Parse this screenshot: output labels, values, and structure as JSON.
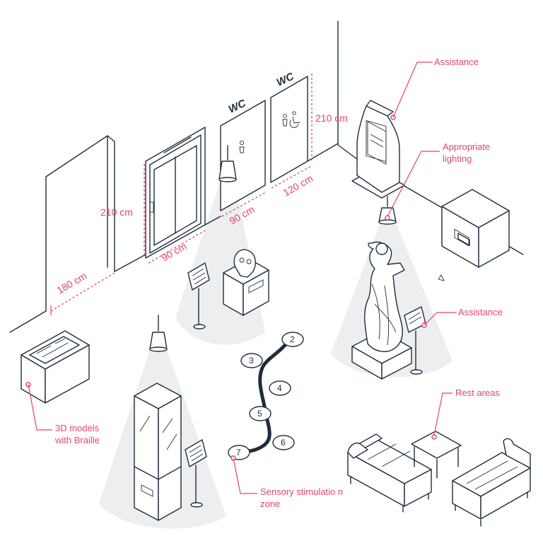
{
  "walls": {
    "door_width": "180 cm",
    "elevator_height": "210 cm",
    "elevator_width": "90 cm",
    "wc_sign_1": "WC",
    "wc_sign_2": "WC",
    "wc_door_width": "90 cm",
    "accessible_wc_height": "210 cm",
    "accessible_wc_width": "120 cm"
  },
  "labels": {
    "assistance_top": "Assistance",
    "appropriate_lighting": [
      "Appropriate",
      "lighting"
    ],
    "assistance_right": "Assistance",
    "rest_areas": "Rest areas",
    "models_braille": [
      "3D models",
      "with Braille"
    ],
    "sensory_zone": [
      "Sensory stimulatio n",
      "zone"
    ]
  },
  "hopscotch_numbers": [
    "2",
    "3",
    "4",
    "5",
    "6",
    "7"
  ],
  "colors": {
    "accent": "#e5456a",
    "line": "#1e2d3c",
    "light_cone": "#eceef0"
  }
}
